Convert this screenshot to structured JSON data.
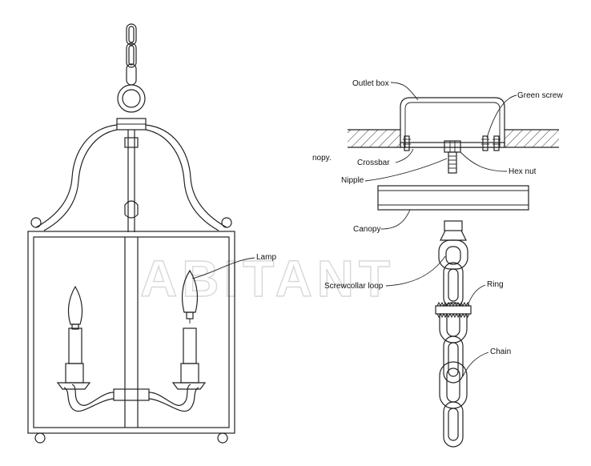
{
  "watermark": "ABITANT",
  "labels": {
    "outlet_box": "Outlet box",
    "green_screw": "Green screw",
    "canopy_partial": "nopy.",
    "crossbar": "Crossbar",
    "hex_nut": "Hex nut",
    "nipple": "Nipple",
    "canopy": "Canopy",
    "lamp": "Lamp",
    "screwcollar_loop": "Screwcollar loop",
    "ring": "Ring",
    "chain": "Chain"
  }
}
